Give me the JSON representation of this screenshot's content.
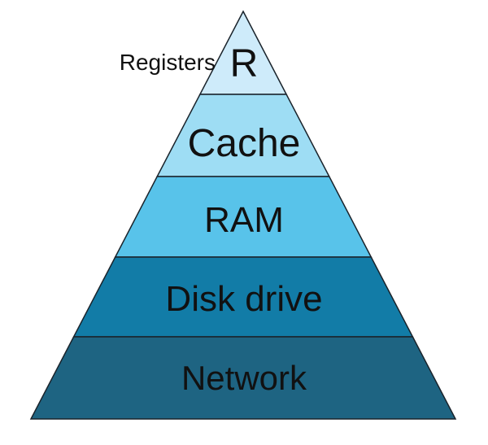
{
  "diagram": {
    "type": "pyramid",
    "title": "",
    "background": "#FFFFFF",
    "outline_color": "#1A232B",
    "annotation": {
      "label": "Registers"
    },
    "layers": [
      {
        "id": "registers",
        "label": "R",
        "color": "#CEEBFA"
      },
      {
        "id": "cache",
        "label": "Cache",
        "color": "#9EDDF4"
      },
      {
        "id": "ram",
        "label": "RAM",
        "color": "#58C3EA"
      },
      {
        "id": "disk",
        "label": "Disk drive",
        "color": "#127CA7"
      },
      {
        "id": "network",
        "label": "Network",
        "color": "#1E6482"
      }
    ]
  }
}
